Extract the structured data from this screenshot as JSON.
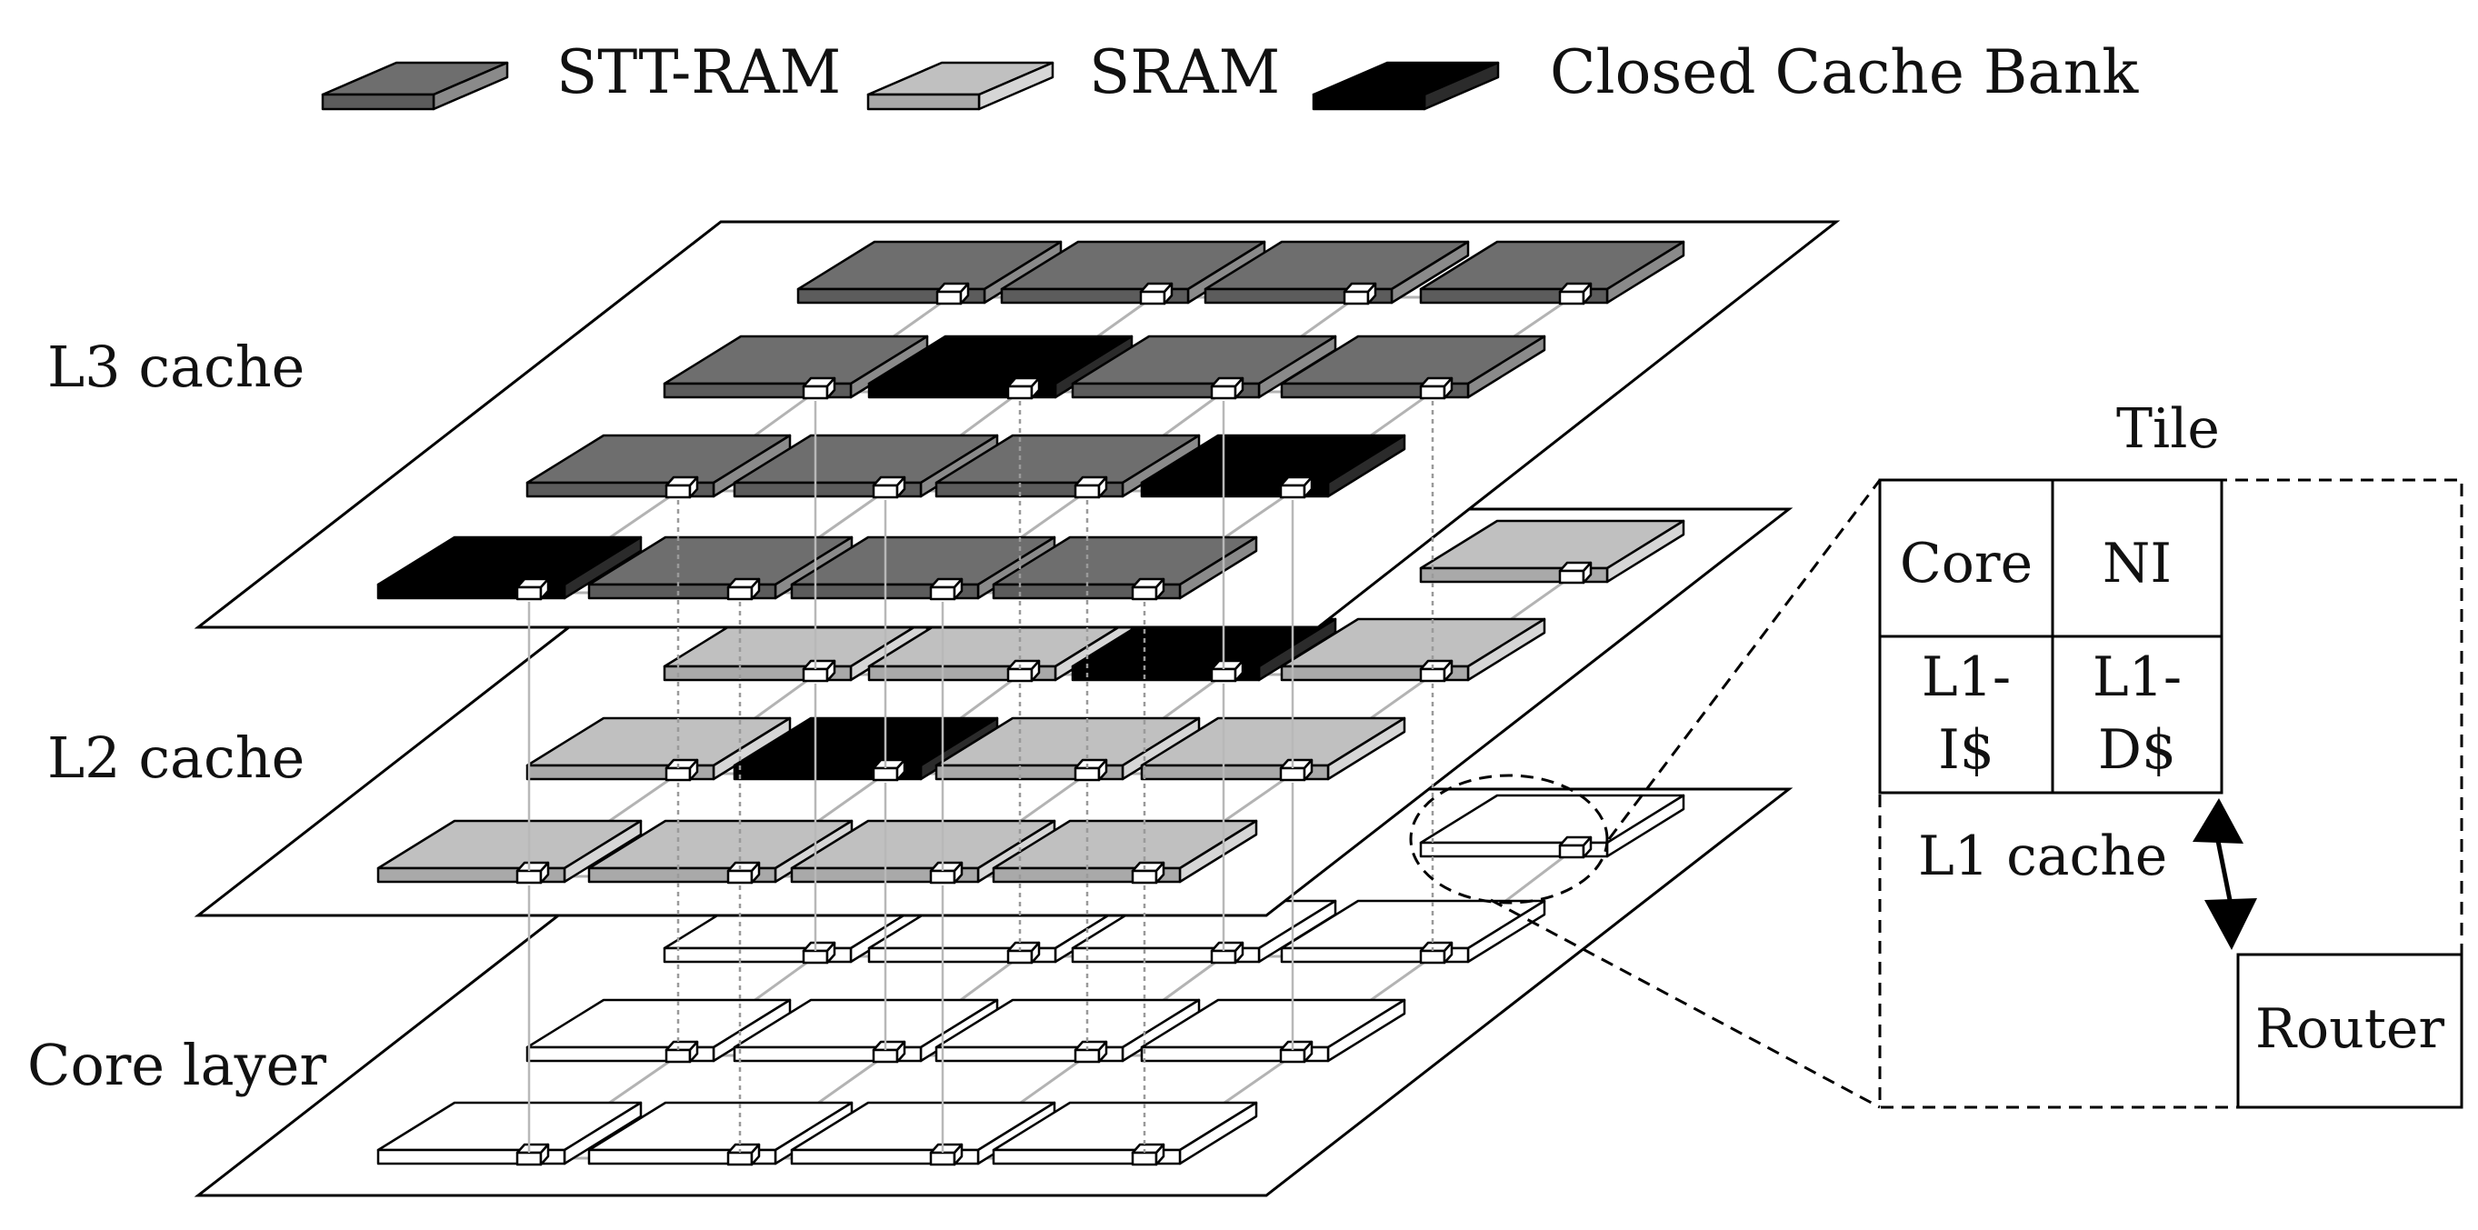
{
  "legend": [
    {
      "label": "STT-RAM",
      "type": "stt"
    },
    {
      "label": "SRAM",
      "type": "sram"
    },
    {
      "label": "Closed Cache Bank",
      "type": "closed"
    }
  ],
  "colors": {
    "stt": {
      "top": "#6e6e6e",
      "front": "#5c5c5c",
      "side": "#8a8a8a"
    },
    "sram": {
      "top": "#c0c0c0",
      "front": "#a9a9a9",
      "side": "#d6d6d6"
    },
    "closed": {
      "top": "#000000",
      "front": "#000000",
      "side": "#2b2b2b"
    },
    "core": {
      "top": "#ffffff",
      "front": "#ffffff",
      "side": "#ffffff"
    }
  },
  "layers": {
    "l3": {
      "label": "L3 cache",
      "rows": [
        [
          "stt",
          "stt",
          "stt",
          "stt"
        ],
        [
          "stt",
          "closed",
          "stt",
          "stt"
        ],
        [
          "stt",
          "stt",
          "stt",
          "closed"
        ],
        [
          "closed",
          "stt",
          "stt",
          "stt"
        ]
      ]
    },
    "l2": {
      "label": "L2 cache",
      "rows": [
        [
          "sram",
          "sram",
          "closed",
          "sram"
        ],
        [
          "sram",
          "closed",
          "sram",
          "sram"
        ],
        [
          "sram",
          "sram",
          "sram",
          "sram"
        ]
      ],
      "hidden_row": [
        "sram"
      ]
    },
    "core": {
      "label": "Core layer",
      "rows": [
        [
          "core",
          "core",
          "core",
          "core"
        ],
        [
          "core",
          "core",
          "core",
          "core"
        ],
        [
          "core",
          "core",
          "core",
          "core"
        ]
      ],
      "hidden_row": [
        "core"
      ]
    }
  },
  "tile": {
    "title": "Tile",
    "core": "Core",
    "ni": "NI",
    "l1i": [
      "L1-",
      "I$"
    ],
    "l1d": [
      "L1-",
      "D$"
    ],
    "l1_cache": "L1 cache",
    "router": "Router"
  }
}
